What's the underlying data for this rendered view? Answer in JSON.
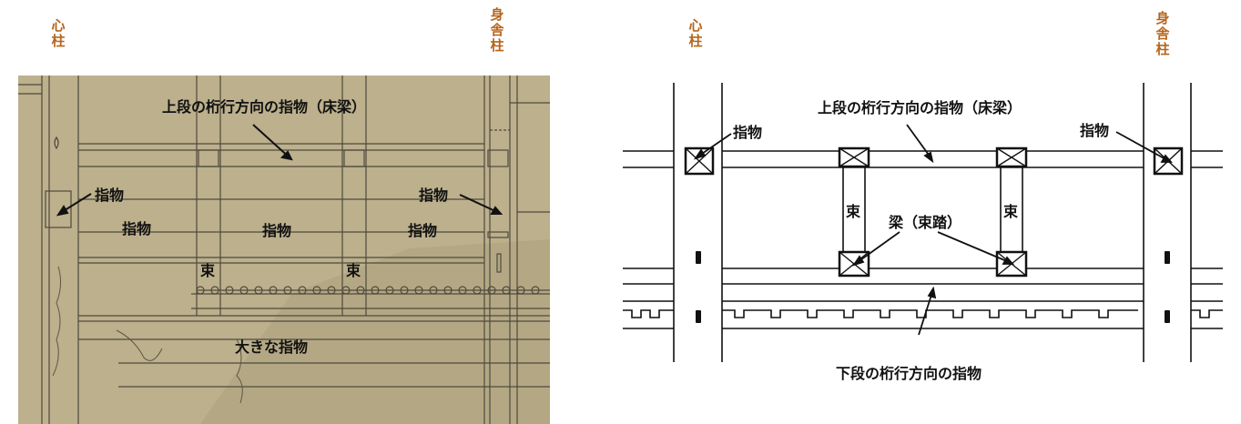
{
  "photo": {
    "left_post": [
      "心",
      "柱"
    ],
    "right_post": [
      "身",
      "舎",
      "柱"
    ],
    "upper_beam_label": "上段の桁行方向の指物（床梁）",
    "sashimono_left_arrow": "指物",
    "sashimono_right_arrow": "指物",
    "panel_labels": [
      "指物",
      "指物",
      "指物"
    ],
    "tsuka_left": "束",
    "tsuka_right": "束",
    "large_sashimono": "大きな指物"
  },
  "drawing": {
    "left_post": [
      "心",
      "柱"
    ],
    "right_post": [
      "身",
      "舎",
      "柱"
    ],
    "upper_beam_label": "上段の桁行方向の指物（床梁）",
    "sashimono_left": "指物",
    "sashimono_right": "指物",
    "tsuka_left": "束",
    "tsuka_right": "束",
    "beam_label": "梁（束踏）",
    "lower_beam_label": "下段の桁行方向の指物"
  },
  "colors": {
    "label_orange": "#b5651d",
    "paper": "#b7aa88",
    "ink": "#111111"
  }
}
